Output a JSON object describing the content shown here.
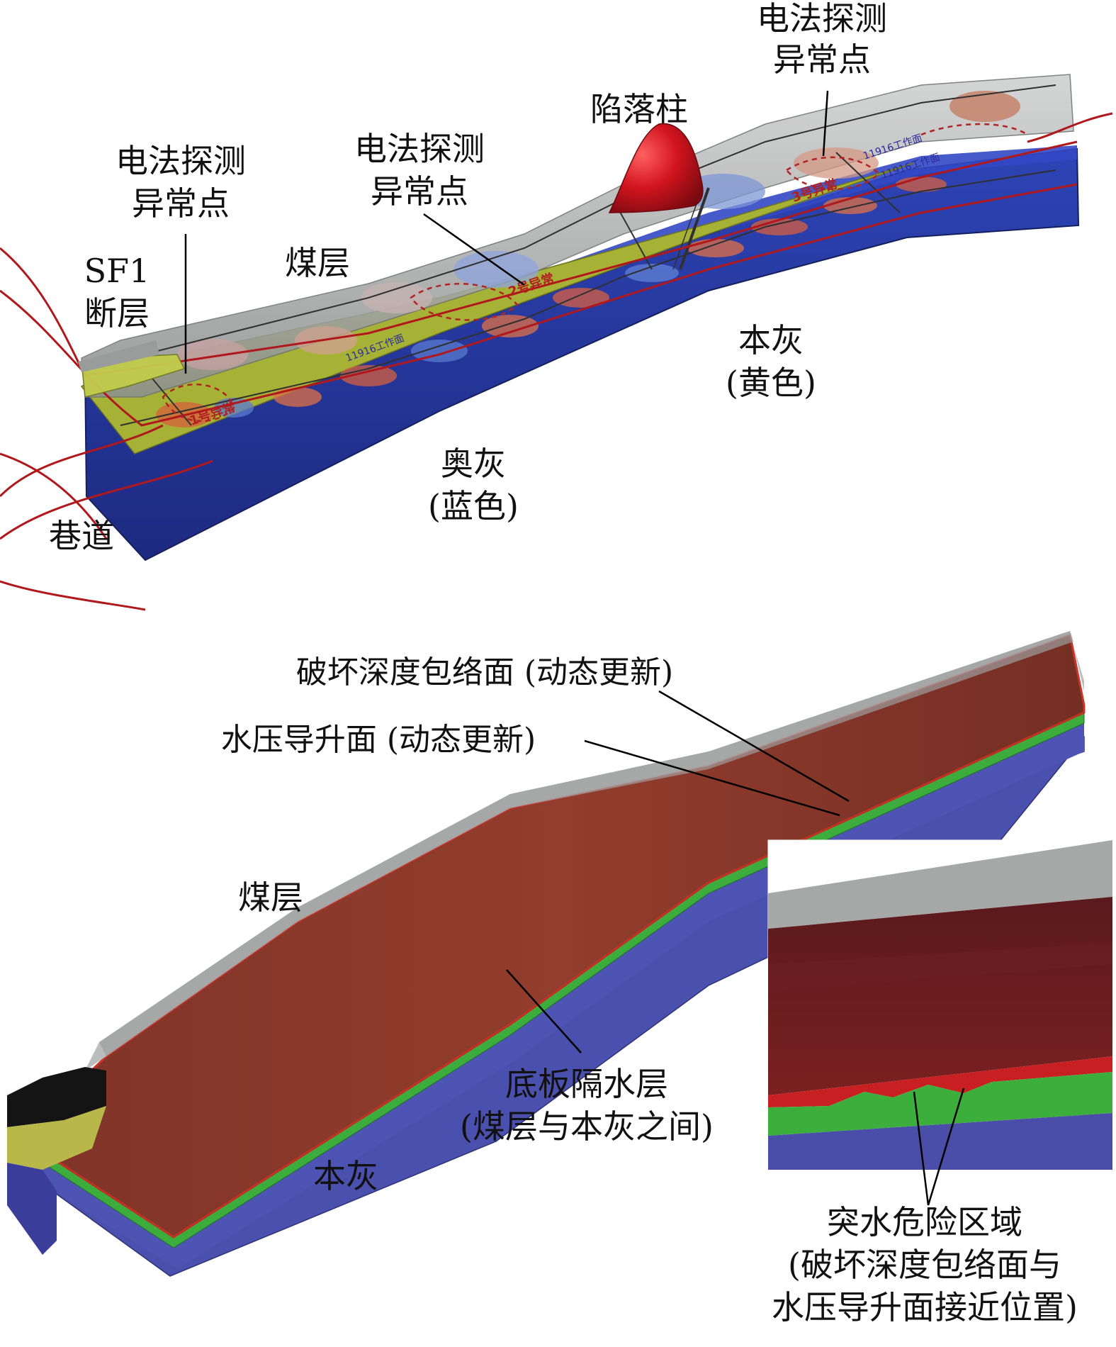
{
  "colors": {
    "coal": "#a9abab",
    "benhui": "#9aa83a",
    "aohui": "#2a3a9e",
    "roadway": "#b0181c",
    "collapse_column": "#c8101c",
    "damage_envelope": "#8a2820",
    "water_rise": "#3cae3c",
    "limestone_bottom": "#4b4fa8"
  },
  "top_panel": {
    "labels": {
      "anomaly_left_1": "电法探测",
      "anomaly_left_2": "异常点",
      "anomaly_mid_1": "电法探测",
      "anomaly_mid_2": "异常点",
      "anomaly_right_1": "电法探测",
      "anomaly_right_2": "异常点",
      "collapse_column": "陷落柱",
      "fault_1": "SF1",
      "fault_2": "断层",
      "coal_seam": "煤层",
      "benhui_1": "本灰",
      "benhui_2": "(黄色)",
      "aohui_1": "奥灰",
      "aohui_2": "(蓝色)",
      "roadway": "巷道"
    },
    "map_text": {
      "anomaly_1": "1号异常",
      "anomaly_2": "2号异常",
      "anomaly_3": "3号异常",
      "face_1": "11916工作面",
      "face_2": "11916工作面",
      "face_3": "11916工作面"
    }
  },
  "bottom_panel": {
    "labels": {
      "damage_envelope": "破坏深度包络面 (动态更新)",
      "water_rise": "水压导升面 (动态更新)",
      "coal_seam": "煤层",
      "aquiclude_1": "底板隔水层",
      "aquiclude_2": "(煤层与本灰之间)",
      "benhui": "本灰",
      "danger_1": "突水危险区域",
      "danger_2": "(破坏深度包络面与",
      "danger_3": "水压导升面接近位置)"
    }
  }
}
